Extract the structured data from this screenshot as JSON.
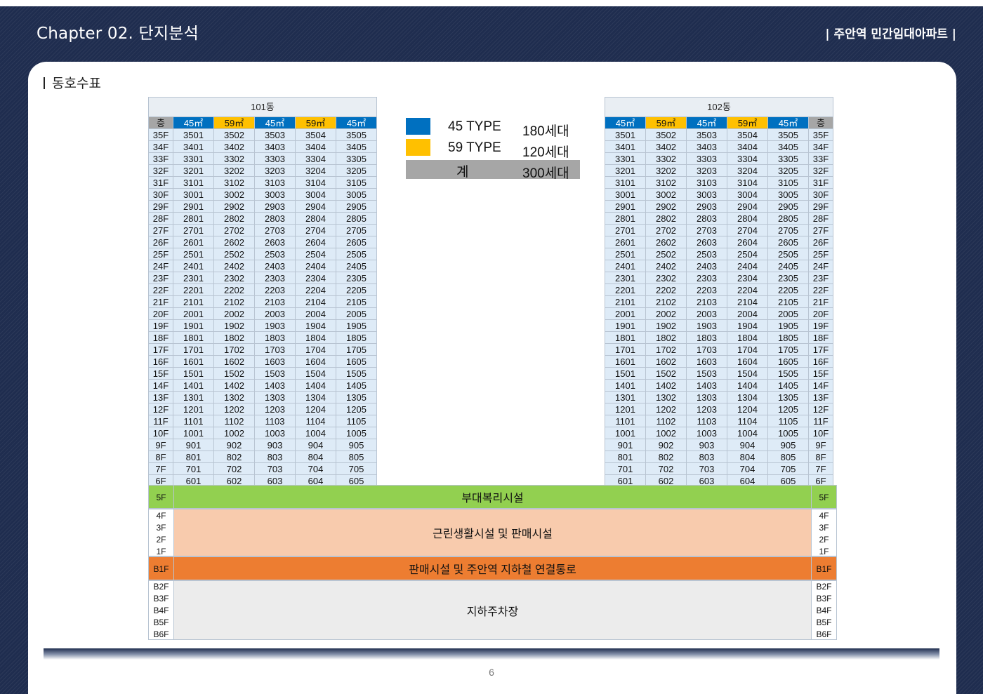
{
  "header": {
    "chapter": "Chapter 02. 단지분석",
    "project": "|  주안역 민간임대아파트  |"
  },
  "section_title": "동호수표",
  "page_number": "6",
  "colors": {
    "type45": "#0070c0",
    "type59": "#ffc000",
    "amenity": "#92d050",
    "retail": "#f8cbad",
    "subway": "#ed7d31",
    "parking": "#ececec"
  },
  "building_101": {
    "name": "101동",
    "floor_header": "층",
    "unit_types": [
      "45㎡",
      "59㎡",
      "45㎡",
      "59㎡",
      "45㎡"
    ]
  },
  "building_102": {
    "name": "102동",
    "floor_header": "층",
    "unit_types": [
      "45㎡",
      "59㎡",
      "45㎡",
      "59㎡",
      "45㎡"
    ]
  },
  "floors": [
    {
      "floor": "35F",
      "units": [
        "3501",
        "3502",
        "3503",
        "3504",
        "3505"
      ]
    },
    {
      "floor": "34F",
      "units": [
        "3401",
        "3402",
        "3403",
        "3404",
        "3405"
      ]
    },
    {
      "floor": "33F",
      "units": [
        "3301",
        "3302",
        "3303",
        "3304",
        "3305"
      ]
    },
    {
      "floor": "32F",
      "units": [
        "3201",
        "3202",
        "3203",
        "3204",
        "3205"
      ]
    },
    {
      "floor": "31F",
      "units": [
        "3101",
        "3102",
        "3103",
        "3104",
        "3105"
      ]
    },
    {
      "floor": "30F",
      "units": [
        "3001",
        "3002",
        "3003",
        "3004",
        "3005"
      ]
    },
    {
      "floor": "29F",
      "units": [
        "2901",
        "2902",
        "2903",
        "2904",
        "2905"
      ]
    },
    {
      "floor": "28F",
      "units": [
        "2801",
        "2802",
        "2803",
        "2804",
        "2805"
      ]
    },
    {
      "floor": "27F",
      "units": [
        "2701",
        "2702",
        "2703",
        "2704",
        "2705"
      ]
    },
    {
      "floor": "26F",
      "units": [
        "2601",
        "2602",
        "2603",
        "2604",
        "2605"
      ]
    },
    {
      "floor": "25F",
      "units": [
        "2501",
        "2502",
        "2503",
        "2504",
        "2505"
      ]
    },
    {
      "floor": "24F",
      "units": [
        "2401",
        "2402",
        "2403",
        "2404",
        "2405"
      ]
    },
    {
      "floor": "23F",
      "units": [
        "2301",
        "2302",
        "2303",
        "2304",
        "2305"
      ]
    },
    {
      "floor": "22F",
      "units": [
        "2201",
        "2202",
        "2203",
        "2204",
        "2205"
      ]
    },
    {
      "floor": "21F",
      "units": [
        "2101",
        "2102",
        "2103",
        "2104",
        "2105"
      ]
    },
    {
      "floor": "20F",
      "units": [
        "2001",
        "2002",
        "2003",
        "2004",
        "2005"
      ]
    },
    {
      "floor": "19F",
      "units": [
        "1901",
        "1902",
        "1903",
        "1904",
        "1905"
      ]
    },
    {
      "floor": "18F",
      "units": [
        "1801",
        "1802",
        "1803",
        "1804",
        "1805"
      ]
    },
    {
      "floor": "17F",
      "units": [
        "1701",
        "1702",
        "1703",
        "1704",
        "1705"
      ]
    },
    {
      "floor": "16F",
      "units": [
        "1601",
        "1602",
        "1603",
        "1604",
        "1605"
      ]
    },
    {
      "floor": "15F",
      "units": [
        "1501",
        "1502",
        "1503",
        "1504",
        "1505"
      ]
    },
    {
      "floor": "14F",
      "units": [
        "1401",
        "1402",
        "1403",
        "1404",
        "1405"
      ]
    },
    {
      "floor": "13F",
      "units": [
        "1301",
        "1302",
        "1303",
        "1304",
        "1305"
      ]
    },
    {
      "floor": "12F",
      "units": [
        "1201",
        "1202",
        "1203",
        "1204",
        "1205"
      ]
    },
    {
      "floor": "11F",
      "units": [
        "1101",
        "1102",
        "1103",
        "1104",
        "1105"
      ]
    },
    {
      "floor": "10F",
      "units": [
        "1001",
        "1002",
        "1003",
        "1004",
        "1005"
      ]
    },
    {
      "floor": "9F",
      "units": [
        "901",
        "902",
        "903",
        "904",
        "905"
      ]
    },
    {
      "floor": "8F",
      "units": [
        "801",
        "802",
        "803",
        "804",
        "805"
      ]
    },
    {
      "floor": "7F",
      "units": [
        "701",
        "702",
        "703",
        "704",
        "705"
      ]
    },
    {
      "floor": "6F",
      "units": [
        "601",
        "602",
        "603",
        "604",
        "605"
      ]
    }
  ],
  "legend": [
    {
      "label": "45 TYPE",
      "count": "180세대"
    },
    {
      "label": "59 TYPE",
      "count": "120세대"
    },
    {
      "label": "계",
      "count": "300세대"
    }
  ],
  "podium": [
    {
      "label": "부대복리시설",
      "floors": [
        "5F"
      ]
    },
    {
      "label": "근린생활시설 및 판매시설",
      "floors": [
        "4F",
        "3F",
        "2F",
        "1F"
      ]
    },
    {
      "label": "판매시설 및 주안역 지하철 연결통로",
      "floors": [
        "B1F"
      ]
    },
    {
      "label": "지하주차장",
      "floors": [
        "B2F",
        "B3F",
        "B4F",
        "B5F",
        "B6F"
      ]
    }
  ]
}
